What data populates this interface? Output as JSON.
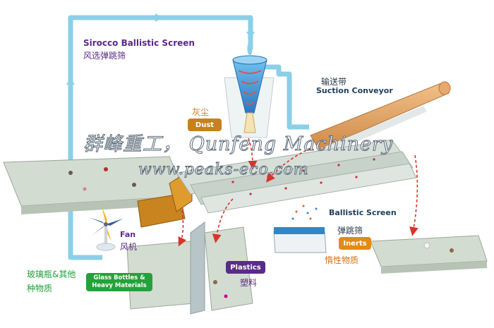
{
  "labels": {
    "sirocco_en": "Sirocco Ballistic Screen",
    "sirocco_cn": "风选弹跳筛",
    "suction_cn": "输送带",
    "suction_en": "Suction Conveyor",
    "dust_cn": "灰尘",
    "dust_tag": "Dust",
    "ballistic_en": "Ballistic Screen",
    "ballistic_cn": "弹跳筛",
    "inerts_tag": "Inerts",
    "inerts_cn": "惰性物质",
    "fan_en": "Fan",
    "fan_cn": "风机",
    "glass_cn_line1": "玻璃瓶&其他",
    "glass_cn_line2": "种物质",
    "glass_tag_line1": "Glass Bottles &",
    "glass_tag_line2": "Heavy Materials",
    "plastics_tag": "Plastics",
    "plastics_cn": "塑料"
  },
  "watermark": {
    "line1": "群峰重工， Qunfeng Machinery",
    "line2": "www.peaks-eco.com"
  },
  "colors": {
    "air_duct": "#8ccfe8",
    "purple_text": "#5b2a86",
    "dust_tag": "#c8801e",
    "inerts_tag": "#e08a1a",
    "glass_tag": "#23a23a",
    "plastics_tag": "#5a2c86",
    "conveyor_belt": "#d3dcd0",
    "suction_conveyor": "#e3a56a",
    "cyclone": "#3f9bd8",
    "arrow_red": "#d8342c"
  },
  "icons": [
    "fan-icon",
    "cyclone-icon"
  ]
}
